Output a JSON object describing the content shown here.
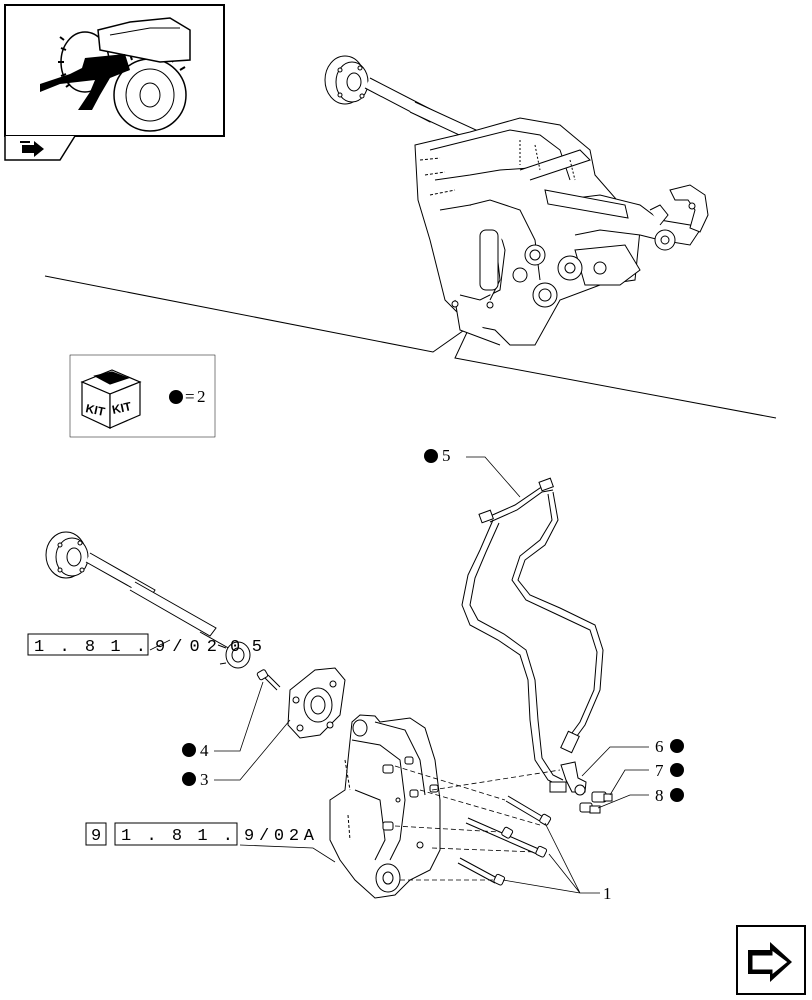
{
  "kit": {
    "label_1": "KIT",
    "label_2": "KIT",
    "equals": "=",
    "quantity": "2"
  },
  "callouts": [
    {
      "id": "1",
      "text": "1",
      "dot": false
    },
    {
      "id": "3",
      "text": "3",
      "dot": true
    },
    {
      "id": "4",
      "text": "4",
      "dot": true
    },
    {
      "id": "5",
      "text": "5",
      "dot": true
    },
    {
      "id": "6",
      "text": "6",
      "dot": true
    },
    {
      "id": "7",
      "text": "7",
      "dot": true
    },
    {
      "id": "8",
      "text": "8",
      "dot": true
    }
  ],
  "references": {
    "shaft_ref": {
      "boxed": "1.81.",
      "tail": "9/02",
      "suffix": "05"
    },
    "gearbox_ref": {
      "prefix": "9",
      "boxed": "1.81.",
      "tail": "9/02A"
    }
  },
  "icons": {
    "top_left": "tractor-thumbnail-icon",
    "below_thumb": "navigation-arrow-icon",
    "bottom_right": "next-page-arrow-icon"
  }
}
